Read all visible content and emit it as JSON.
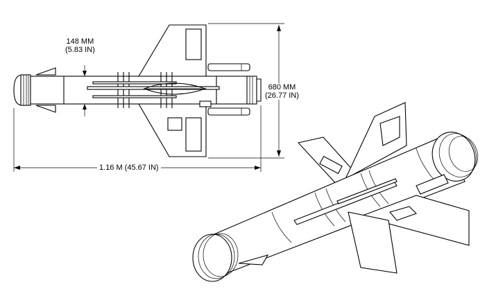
{
  "dimensions": {
    "diameter": {
      "metric": "148 MM",
      "imperial": "(5.83 IN)"
    },
    "span": {
      "metric": "680 MM",
      "imperial": "(26.77 IN)"
    },
    "length": "1.16 M (45.67 IN)"
  },
  "colors": {
    "line": "#000000",
    "background": "#ffffff"
  }
}
